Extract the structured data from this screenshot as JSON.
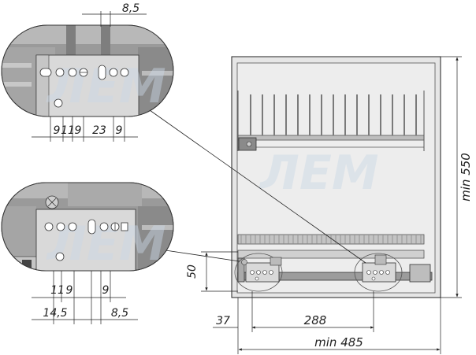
{
  "colors": {
    "line": "#222222",
    "cabinet": "#e6e6e6",
    "steel": "#8c8c8c",
    "bracket": "#6a6a6a",
    "callout_bg": "#9a9a9a",
    "plate": "#d9d9d9",
    "watermark": "#c9d7e6"
  },
  "callout_top": {
    "dims": [
      "9",
      "11",
      "9",
      "23",
      "9"
    ],
    "dim_top": "8,5"
  },
  "callout_bottom": {
    "dims_upper": [
      "11",
      "9",
      "9"
    ],
    "dims_lower": [
      "14,5",
      "8,5"
    ]
  },
  "main": {
    "dim_height": "min 550",
    "dim_50": "50",
    "dim_37": "37",
    "dim_288": "288",
    "dim_width": "min 485"
  }
}
